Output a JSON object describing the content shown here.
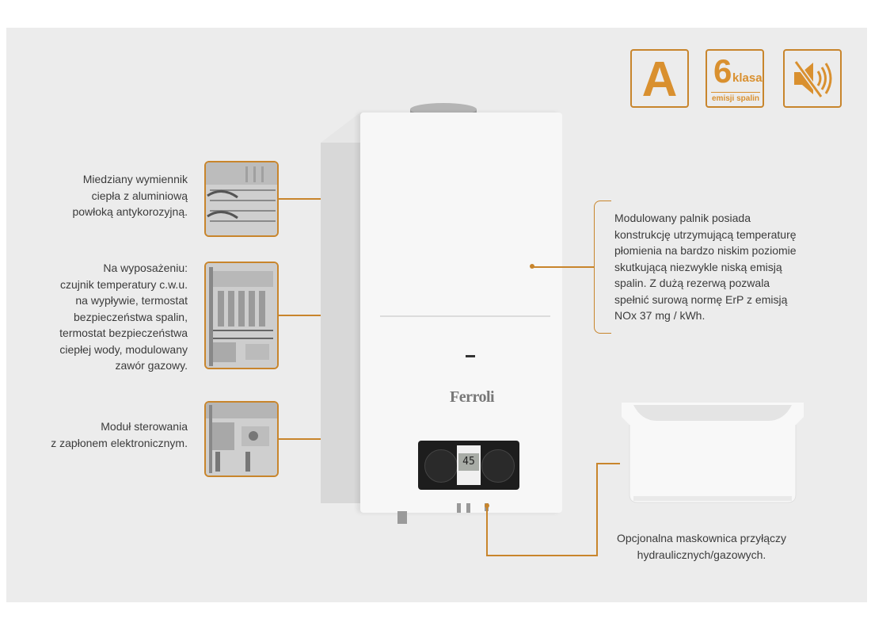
{
  "badges": {
    "energy_class": "A",
    "emission_class": "6",
    "emission_klasa": "klasa",
    "emission_label": "emisji spalin",
    "quiet_icon": "muted-speaker-icon"
  },
  "callouts": {
    "heat_exchanger": [
      "Miedziany wymiennik",
      "ciepła z aluminiową",
      "powłoką antykorozyjną."
    ],
    "equipment": [
      "Na wyposażeniu:",
      "czujnik temperatury c.w.u.",
      "na wypływie, termostat",
      "bezpieczeństwa spalin,",
      "termostat bezpieczeństwa",
      "ciepłej wody, modulowany",
      "zawór gazowy."
    ],
    "control_module": [
      "Moduł sterowania",
      "z zapłonem elektronicznym."
    ],
    "burner": [
      "Modulowany palnik posiada",
      "konstrukcję utrzymującą temperaturę",
      "płomienia na bardzo niskim poziomie",
      "skutkującą niezwykle niską emisją",
      "spalin. Z dużą rezerwą pozwala",
      "spełnić surową normę ErP z emisją",
      "NOx 37 mg / kWh."
    ],
    "cover": [
      "Opcjonalna maskownica przyłączy",
      "hydraulicznych/gazowych."
    ]
  },
  "heater": {
    "brand": "Ferroli",
    "display_value": "45"
  },
  "colors": {
    "accent": "#c8852c",
    "background": "#ececec"
  }
}
